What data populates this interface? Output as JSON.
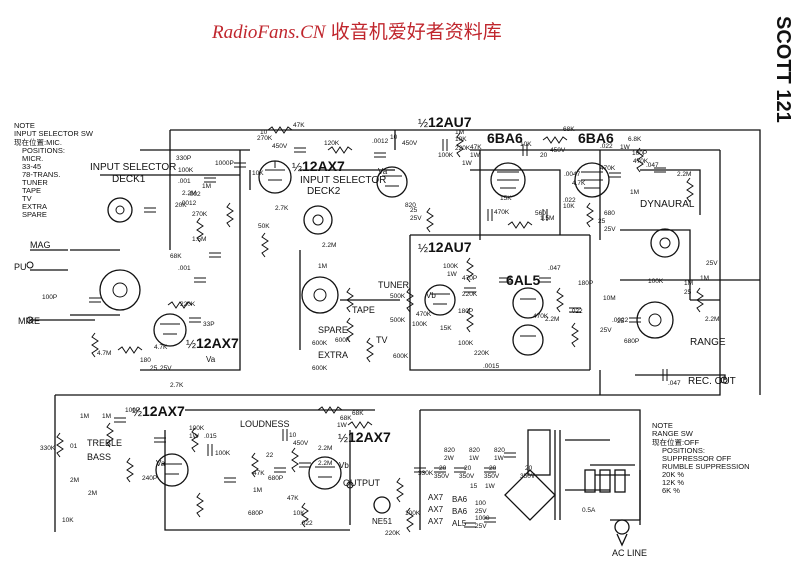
{
  "header": {
    "site": "RadioFans.CN",
    "site_cn": "收音机爱好者资料库"
  },
  "model": "SCOTT 121",
  "note_top": [
    "NOTE",
    "INPUT SELECTOR SW",
    "现在位置:MIC.",
    "POSITIONS:",
    "MICR.",
    "33-45",
    "78-TRANS.",
    "TUNER",
    "TAPE",
    "TV",
    "EXTRA",
    "SPARE"
  ],
  "note_bottom": [
    "NOTE",
    "RANGE SW",
    "现在位置:OFF",
    "POSITIONS:",
    "SUPPRESSOR OFF",
    "RUMBLE SUPPRESSION",
    "20K %",
    "12K %",
    "6K %"
  ],
  "blocks": {
    "input_selector": "INPUT SELECTOR",
    "deck1": "DECK1",
    "deck2": "DECK2",
    "dynaural": "DYNAURAL",
    "range": "RANGE",
    "loudness": "LOUDNESS",
    "treble": "TREBLE",
    "bass": "BASS",
    "output": "OUTPUT",
    "rec_out": "REC. OUT",
    "ac_line": "AC LINE"
  },
  "inputs": {
    "mag": "MAG",
    "pu": "PU",
    "mike": "MIKE"
  },
  "selector_labels": [
    "TUNER",
    "TAPE",
    "TV",
    "SPARE",
    "EXTRA"
  ],
  "tubes": [
    {
      "type": "12AX7",
      "pos": "top-left"
    },
    {
      "type": "12AX7",
      "pos": "input-bottom"
    },
    {
      "type": "12AU7",
      "pos": "top-center"
    },
    {
      "type": "12AU7",
      "pos": "middle-center"
    },
    {
      "type": "6BA6",
      "pos": "top-right-1"
    },
    {
      "type": "6BA6",
      "pos": "top-right-2"
    },
    {
      "type": "6AL5",
      "pos": "middle-right"
    },
    {
      "type": "12AX7",
      "pos": "bottom-left"
    },
    {
      "type": "12AX7",
      "pos": "bottom-center"
    }
  ],
  "tube_labels": {
    "half": "½",
    "va": "Va",
    "vb": "Vb"
  },
  "components": {
    "top": [
      "47K",
      "270K",
      "120K",
      ".0012",
      "10",
      "10",
      "450V",
      "450V",
      "100K",
      "10K",
      "1M",
      "47K",
      "1W",
      "68K",
      "220K",
      "1W",
      "10K",
      "20",
      "450V",
      "6.8K",
      "1W",
      "100P",
      ".022",
      "470K",
      ".047",
      "2.2M",
      "820",
      "25",
      "25V",
      "15K",
      "560",
      "1.5M",
      "10K",
      ".022",
      "470K",
      ".0047",
      "4.7K",
      "470K",
      "680",
      "25",
      "25V",
      "1M"
    ],
    "input": [
      "330P",
      "1000P",
      "100K",
      ".001",
      "1M",
      "270K",
      "20K",
      "2.2M",
      "2.7K",
      "50K",
      ".002",
      ".0012",
      "10K",
      "1.5M",
      "68K",
      ".001",
      "220K",
      "33P",
      "4.7K",
      "4.7M",
      "180",
      "25",
      "25V",
      "100P",
      "2.7K"
    ],
    "selector": [
      "500K",
      "500K",
      "600K",
      "600K",
      "600K",
      "600K",
      "2.2M",
      "1M"
    ],
    "mid": [
      "100K",
      "1W",
      "470P",
      "6AL5",
      ".047",
      "220K",
      "470K",
      "180P",
      "15K",
      "2.2M",
      "220K",
      "100K",
      ".0015",
      ".022",
      "100K",
      "470K",
      "180P",
      "10M",
      "1M",
      "100K",
      "25",
      "25V",
      "2.2M",
      "680P",
      ".0022",
      "1M",
      "25",
      "25V",
      ".047"
    ],
    "bottom": [
      "100P",
      "1M",
      "1M",
      "330K",
      "01",
      "2M",
      "2M",
      "10K",
      "240P",
      "100K",
      "1W",
      ".015",
      "100K",
      "1M",
      "47K",
      "10",
      "450V",
      "22",
      "680P",
      "2.2M",
      "2.2M",
      "47K",
      "1W",
      "10K",
      ".022",
      "680P",
      "330K",
      "68K",
      "NE51",
      "100K",
      "220K",
      "68K"
    ],
    "power": [
      "820",
      "2W",
      "820",
      "1W",
      "820",
      "1W",
      "20",
      "350V",
      "20",
      "350V",
      "20",
      "350V",
      "20",
      "350V",
      "15",
      "1W",
      "100",
      "25V",
      "1000",
      "25V",
      "0.5A"
    ]
  },
  "heater_labels": [
    "AX7",
    "AX7",
    "AX7",
    "BA6",
    "BA6",
    "AL5"
  ]
}
